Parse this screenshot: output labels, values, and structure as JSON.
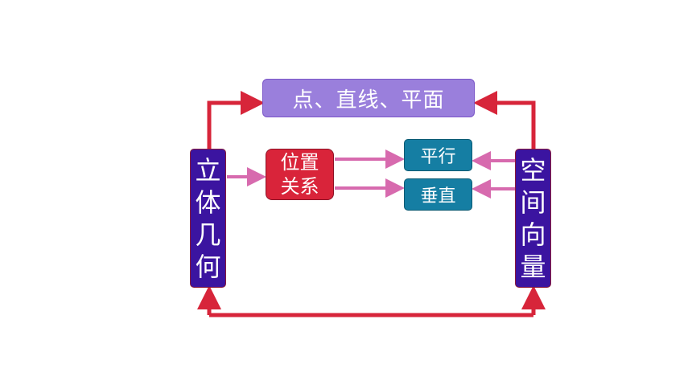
{
  "top_box": {
    "label": "点、直线、平面"
  },
  "left_box": {
    "chars": [
      "立",
      "体",
      "几",
      "何"
    ]
  },
  "right_box": {
    "chars": [
      "空",
      "间",
      "向",
      "量"
    ]
  },
  "position_box": {
    "line1": "位置",
    "line2": "关系"
  },
  "parallel_box": {
    "label": "平行"
  },
  "perpendicular_box": {
    "label": "垂直"
  },
  "colors": {
    "top_box_fill": "#9a7fdc",
    "side_box_fill": "#3b14a0",
    "position_box_fill": "#d9243a",
    "small_box_fill": "#157ea3",
    "red_arrow": "#d7253a",
    "pink_arrow": "#d76aae"
  }
}
